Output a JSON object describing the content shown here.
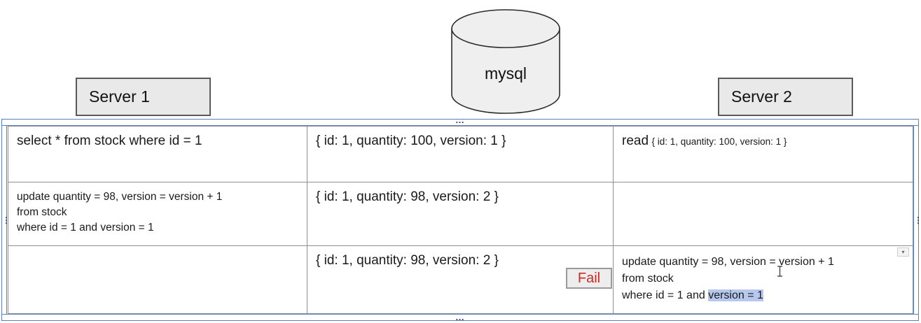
{
  "colors": {
    "frame_blue": "#5b80c0",
    "table_border_gray": "#909090",
    "box_fill": "#e9e9e9",
    "box_border": "#5a5a5a",
    "fail_red": "#cc2a24",
    "selection_highlight": "#b7c8ee"
  },
  "diagram": {
    "database_label": "mysql",
    "server1_label": "Server 1",
    "server2_label": "Server 2"
  },
  "handles": {
    "horizontal_dots": "…",
    "vertical_dots": "⋮",
    "dropdown_glyph": "▾"
  },
  "table": {
    "rows": [
      {
        "server1": "select * from stock where id = 1",
        "mysql": "{ id: 1, quantity: 100, version: 1 }",
        "server2_read_label": "read",
        "server2_read_value": "{ id: 1, quantity: 100, version: 1 }"
      },
      {
        "server1_line1": "update quantity = 98, version = version + 1",
        "server1_line2": "from stock",
        "server1_line3": "where id = 1 and version = 1",
        "mysql": "{ id: 1, quantity: 98, version: 2 }"
      },
      {
        "mysql": "{ id: 1, quantity: 98, version: 2 }",
        "fail_label": "Fail",
        "server2_line1": "update quantity = 98, version = version + 1",
        "server2_line2": "from stock",
        "server2_line3_prefix": "where id = 1 and ",
        "server2_line3_selected": "version = 1"
      }
    ]
  }
}
